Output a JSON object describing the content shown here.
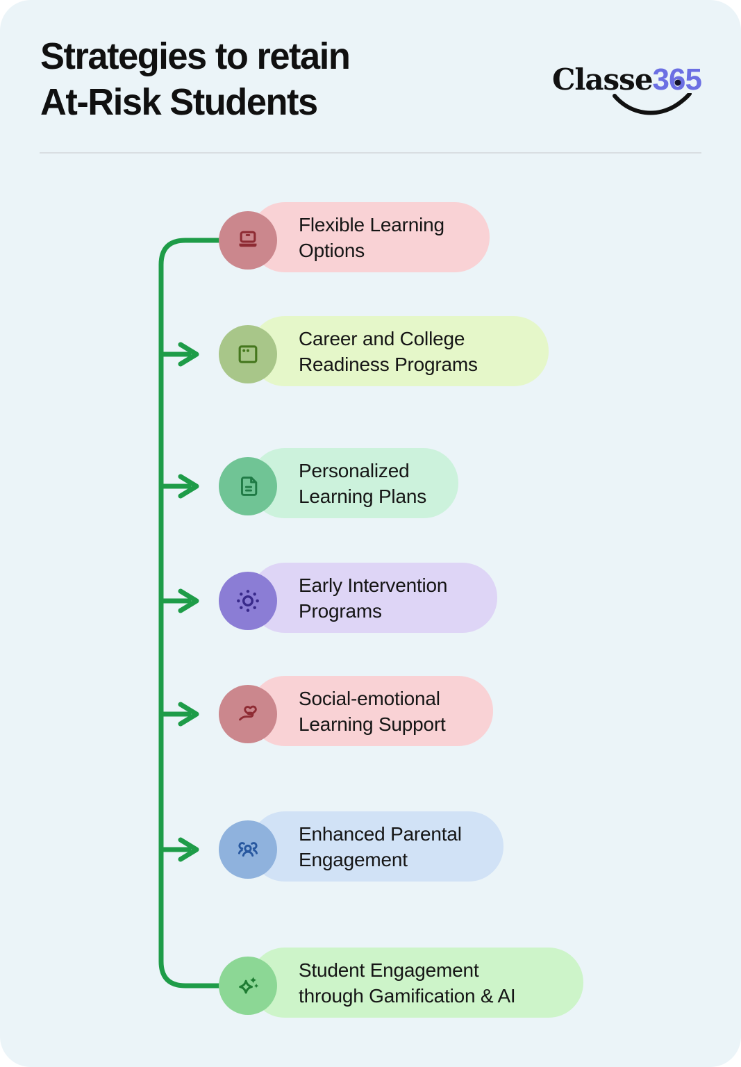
{
  "header": {
    "title": "Strategies to retain\nAt-Risk Students",
    "logo": {
      "word": "Classe",
      "digit_3": "3",
      "digit_6": "6",
      "digit_5": "5",
      "accent_color": "#6b6fe3",
      "smile_color": "#111111"
    }
  },
  "colors": {
    "background": "#ebf4f8",
    "connector": "#1e9c48",
    "divider": "#d9dee2",
    "text": "#151515"
  },
  "items": [
    {
      "label": "Flexible Learning\nOptions",
      "icon": "laptop-icon",
      "pill_color": "#f9d2d5",
      "circle_color": "#cb878d",
      "icon_color": "#8e2b33"
    },
    {
      "label": "Career and College\nReadiness Programs",
      "icon": "browser-window-icon",
      "pill_color": "#e5f7c9",
      "circle_color": "#a8c689",
      "icon_color": "#45771e"
    },
    {
      "label": "Personalized\nLearning Plans",
      "icon": "document-icon",
      "pill_color": "#ccf2dc",
      "circle_color": "#70c495",
      "icon_color": "#1f7a45"
    },
    {
      "label": "Early Intervention\nPrograms",
      "icon": "sun-icon",
      "pill_color": "#ded5f6",
      "circle_color": "#8b7dd5",
      "icon_color": "#38298a"
    },
    {
      "label": "Social-emotional\nLearning Support",
      "icon": "hand-heart-icon",
      "pill_color": "#f9d2d5",
      "circle_color": "#cb878d",
      "icon_color": "#8e2b33"
    },
    {
      "label": "Enhanced Parental\nEngagement",
      "icon": "people-group-icon",
      "pill_color": "#d1e2f6",
      "circle_color": "#8fb2dd",
      "icon_color": "#27579f"
    },
    {
      "label": "Student Engagement\nthrough Gamification & AI",
      "icon": "sparkles-icon",
      "pill_color": "#cdf4c9",
      "circle_color": "#8cd795",
      "icon_color": "#1e7c32"
    }
  ]
}
